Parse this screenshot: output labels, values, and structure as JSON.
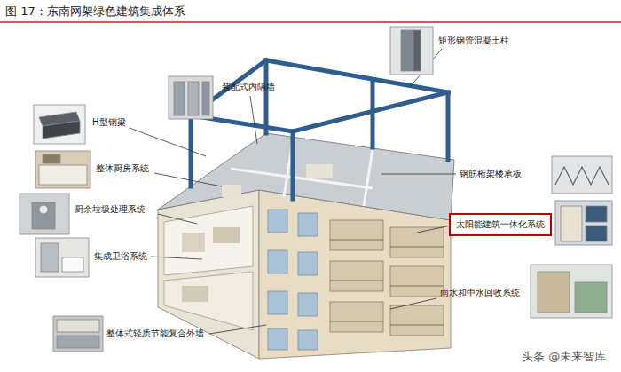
{
  "diagram": {
    "title": "图 17：东南网架绿色建筑集成体系",
    "nodes": [
      {
        "text": [
          "太阳能建筑一体化系统"
        ]
      }
    ],
    "edges": [],
    "labels": [
      "装配式内隔墙",
      "H型钢梁",
      "矩形钢管混凝土柱",
      "整体厨房系统",
      "钢筋桁架楼承板",
      "厨余垃圾处理系统",
      "集成卫浴系统",
      "雨水和中水回收系统",
      "整体式轻质节能复合外墙",
      "头条 @未来智库"
    ]
  }
}
